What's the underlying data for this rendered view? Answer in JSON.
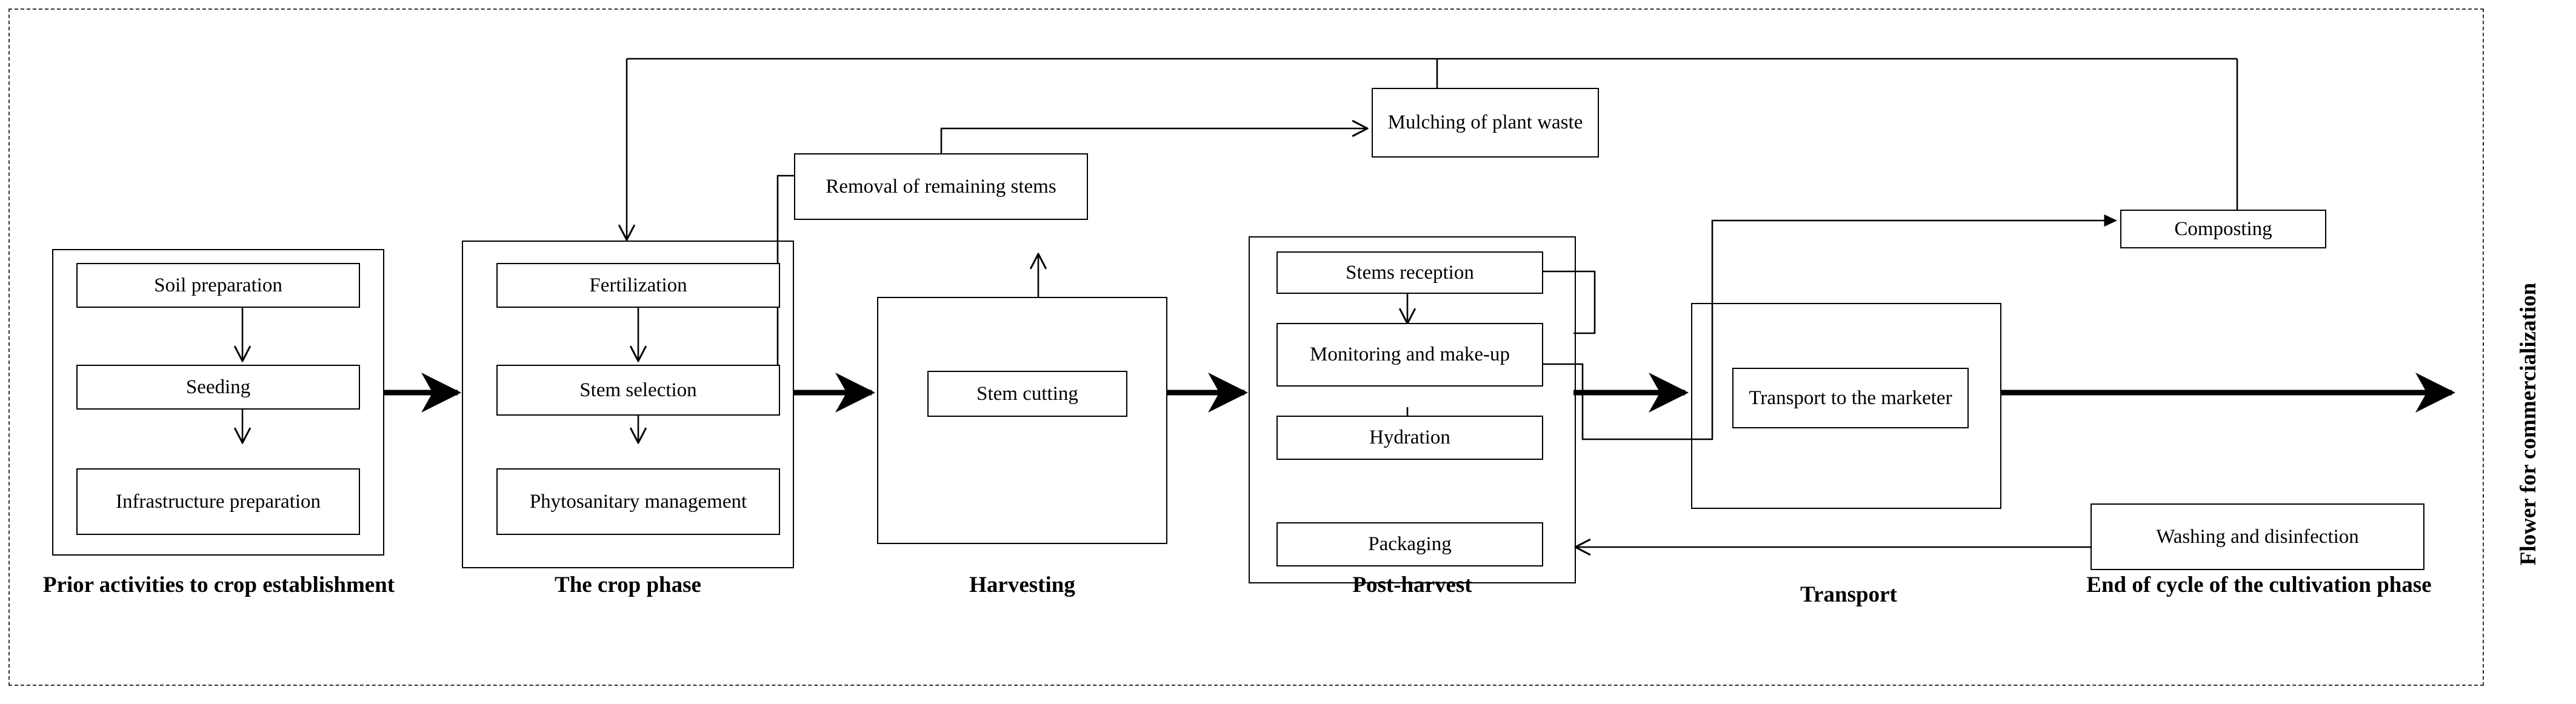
{
  "diagram": {
    "title_vertical": "Flower for commercialization",
    "phases": [
      {
        "id": "prior",
        "label": "Prior activities to crop establishment",
        "steps": [
          "Soil preparation",
          "Seeding",
          "Infrastructure preparation"
        ]
      },
      {
        "id": "crop",
        "label": "The crop phase",
        "steps": [
          "Fertilization",
          "Stem selection",
          "Phytosanitary management"
        ]
      },
      {
        "id": "harvest",
        "label": "Harvesting",
        "steps": [
          "Stem cutting"
        ]
      },
      {
        "id": "post",
        "label": "Post-harvest",
        "steps": [
          "Stems reception",
          "Monitoring and make-up",
          "Hydration",
          "Packaging"
        ]
      },
      {
        "id": "transport",
        "label": "Transport",
        "steps": [
          "Transport to the marketer"
        ]
      },
      {
        "id": "endcycle",
        "label": "End of cycle of the cultivation phase",
        "steps": [
          "Washing and disinfection"
        ]
      }
    ],
    "side_nodes": [
      {
        "id": "removal",
        "label": "Removal of remaining stems"
      },
      {
        "id": "mulching",
        "label": "Mulching of plant waste"
      },
      {
        "id": "composting",
        "label": "Composting"
      }
    ],
    "colors": {
      "line": "#000000",
      "outer_border": "#333333",
      "background": "#ffffff"
    }
  }
}
